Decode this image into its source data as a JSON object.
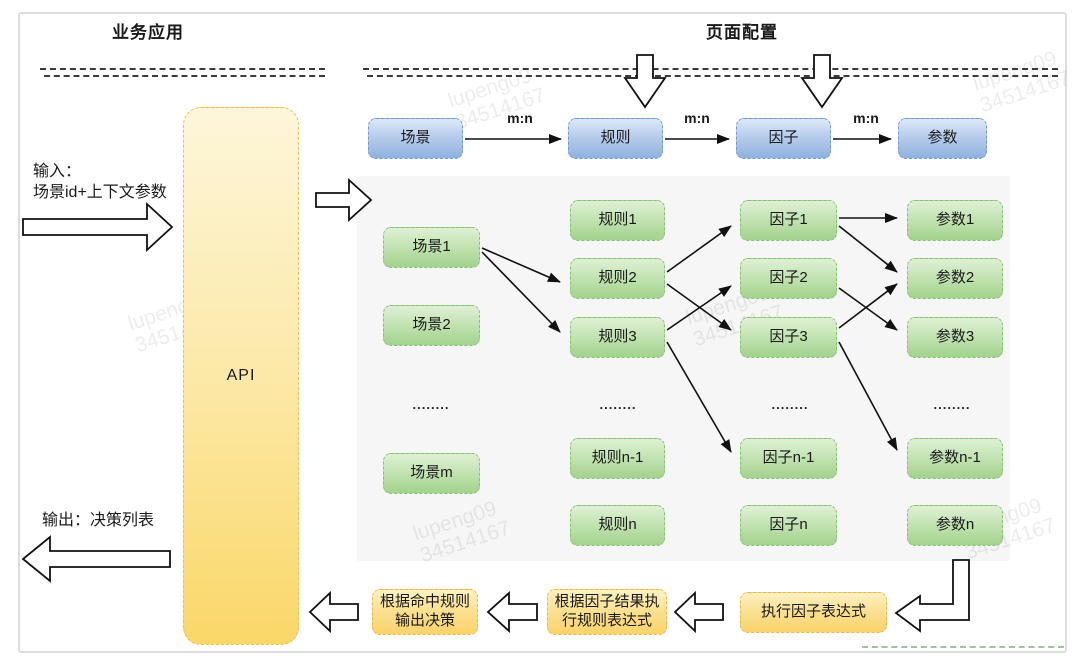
{
  "header": {
    "left_title": "业务应用",
    "right_title": "页面配置"
  },
  "io": {
    "input_label": "输入：\n场景id+上下文参数",
    "output_label": "输出：决策列表"
  },
  "api": {
    "label": "API"
  },
  "entities": {
    "scene": "场景",
    "rule": "规则",
    "factor": "因子",
    "param": "参数",
    "relation": "m:n"
  },
  "matrix": {
    "scenes": [
      "场景1",
      "场景2",
      "场景m"
    ],
    "rules": [
      "规则1",
      "规则2",
      "规则3",
      "规则n-1",
      "规则n"
    ],
    "factors": [
      "因子1",
      "因子2",
      "因子3",
      "因子n-1",
      "因子n"
    ],
    "params": [
      "参数1",
      "参数2",
      "参数3",
      "参数n-1",
      "参数n"
    ],
    "ellipsis": "........",
    "connections": [
      "场景1→规则2",
      "场景1→规则3",
      "规则2→因子1",
      "规则2→因子3",
      "规则3→因子2",
      "规则3→因子n-1",
      "因子1→参数1",
      "因子1→参数2",
      "因子2→参数3",
      "因子3→参数2",
      "因子3→参数n-1"
    ]
  },
  "process": {
    "step_execute_factor": "执行因子表达式",
    "step_rule_expression": "根据因子结果执\n行规则表达式",
    "step_output_decision": "根据命中规则\n输出决策"
  },
  "watermark": {
    "text": "lupeng09\n34514167"
  },
  "colors": {
    "green_border": "#85c374",
    "blue_border": "#6f9bd1",
    "yellow_border": "#ebb64e",
    "api_fill": "#fad768",
    "panel": "#f6f6f6",
    "arrow": "#111111"
  }
}
